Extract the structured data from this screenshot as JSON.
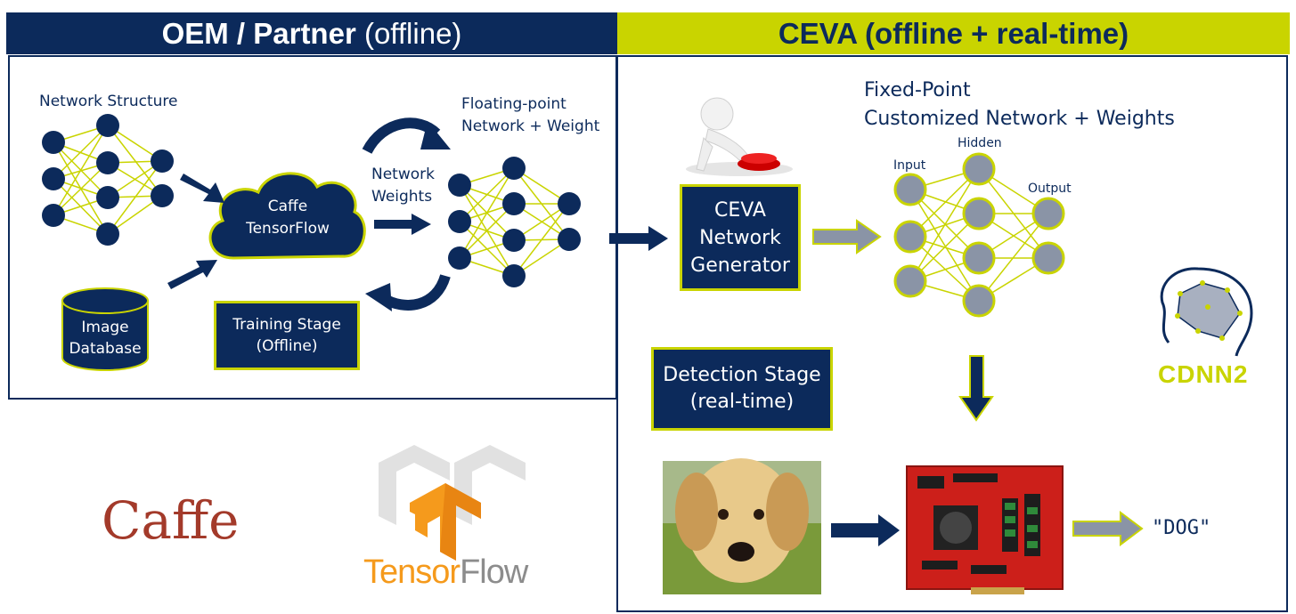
{
  "header": {
    "left_bold": "OEM / Partner",
    "left_normal": "(offline)",
    "right": "CEVA (offline + real-time)"
  },
  "left": {
    "network_structure": "Network Structure",
    "caffe_line1": "Caffe",
    "caffe_line2": "TensorFlow",
    "network_weights_line1": "Network",
    "network_weights_line2": "Weights",
    "floating_line1": "Floating-point",
    "floating_line2": "Network + Weight",
    "image_db_line1": "Image",
    "image_db_line2": "Database",
    "training_line1": "Training Stage",
    "training_line2": "(Offline)"
  },
  "right": {
    "fixed_line1": "Fixed-Point",
    "fixed_line2": "Customized Network + Weights",
    "ceva_gen_line1": "CEVA",
    "ceva_gen_line2": "Network",
    "ceva_gen_line3": "Generator",
    "input_label": "Input",
    "hidden_label": "Hidden",
    "output_label": "Output",
    "detection_line1": "Detection Stage",
    "detection_line2": "(real-time)",
    "cdnn_logo": "CDNN2",
    "result": "\"DOG\""
  },
  "logos": {
    "caffe": "Caffe",
    "tensorflow": "TensorFlow"
  },
  "colors": {
    "navy": "#0c2a5b",
    "lime": "#c9d400",
    "grey_node": "#8a94a6",
    "caffe_red": "#a33a2a",
    "tf_orange": "#f59a1c"
  }
}
